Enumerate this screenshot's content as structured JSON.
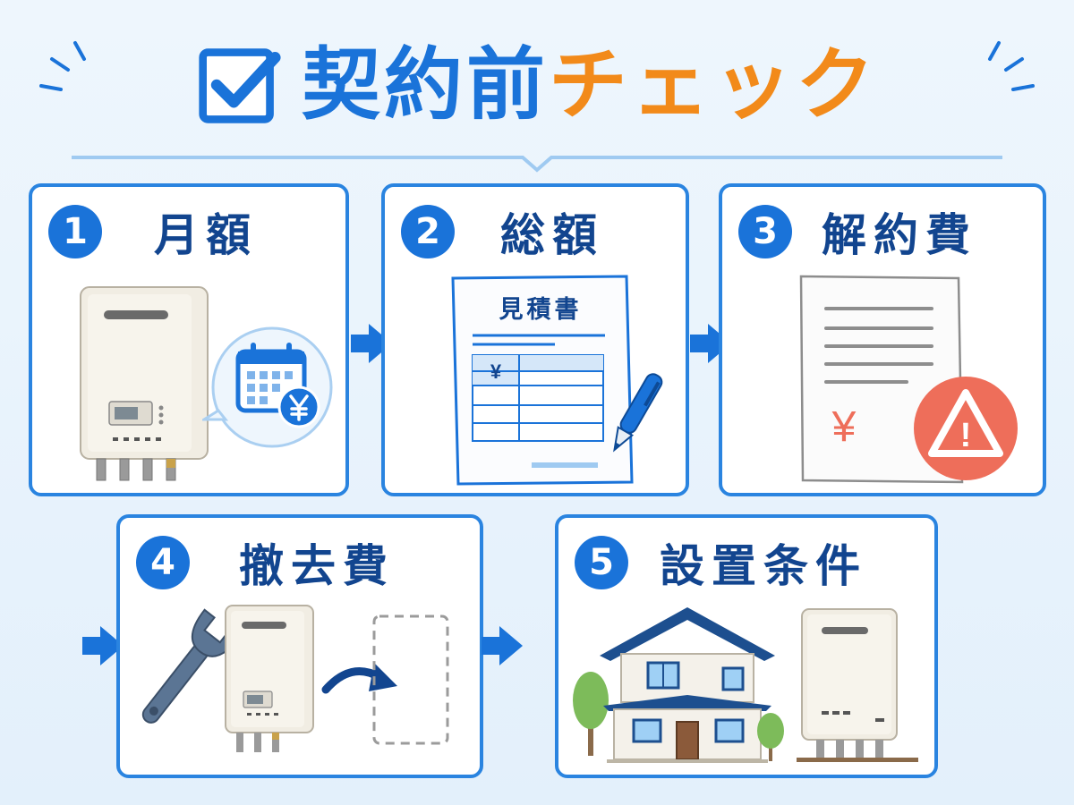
{
  "title": {
    "blue_part": "契約前",
    "orange_part": "チェック"
  },
  "colors": {
    "primary": "#1a73d9",
    "accent": "#f28a1a",
    "warning": "#ee6e5a",
    "border": "#2a84e0",
    "label": "#12458f"
  },
  "steps": [
    {
      "number": "1",
      "label": "月額",
      "icons": [
        "water-heater-icon",
        "calendar-yen-icon"
      ]
    },
    {
      "number": "2",
      "label": "総額",
      "doc_title": "見積書",
      "yen": "¥",
      "icons": [
        "estimate-document-icon",
        "pen-icon"
      ]
    },
    {
      "number": "3",
      "label": "解約費",
      "yen": "¥",
      "warning_mark": "!",
      "icons": [
        "contract-document-icon",
        "warning-icon"
      ]
    },
    {
      "number": "4",
      "label": "撤去費",
      "icons": [
        "wrench-icon",
        "water-heater-icon",
        "removal-arrow-icon"
      ]
    },
    {
      "number": "5",
      "label": "設置条件",
      "icons": [
        "house-icon",
        "tree-icon",
        "water-heater-icon"
      ]
    }
  ]
}
